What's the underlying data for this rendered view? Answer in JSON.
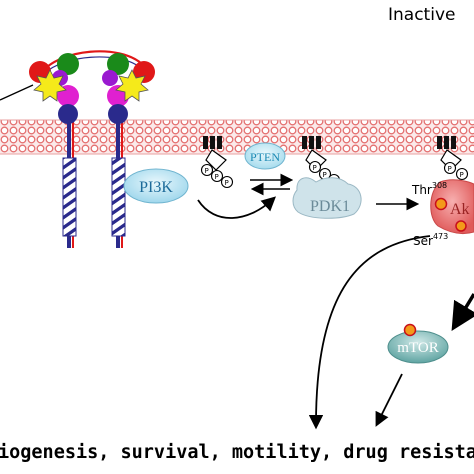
{
  "header": {
    "state_label": "Inactive"
  },
  "nodes": {
    "pi3k": "PI3K",
    "pten": "PTEN",
    "pdk1": "PDK1",
    "akt": "Ak",
    "mtor": "mTOR"
  },
  "phospho": {
    "p": "P"
  },
  "sites": {
    "thr_base": "Thr",
    "thr_sup": "308",
    "ser_base": "Ser",
    "ser_sup": "473"
  },
  "footer": {
    "outcomes": "iogenesis, survival, motility, drug resistance,"
  },
  "colors": {
    "membrane_red": "#e47070",
    "pi3k_fill": "#bfe6f4",
    "pdk1_fill": "#cfe3ea",
    "akt_fill": "#f07474",
    "mtor_fill": "#7fb8b6",
    "receptor_navy": "#2a2a8c",
    "magenta": "#e020d0",
    "green": "#1a8a1a",
    "red": "#e01818",
    "yellow": "#f5ea1a",
    "site_dot": "#f39a1a"
  }
}
